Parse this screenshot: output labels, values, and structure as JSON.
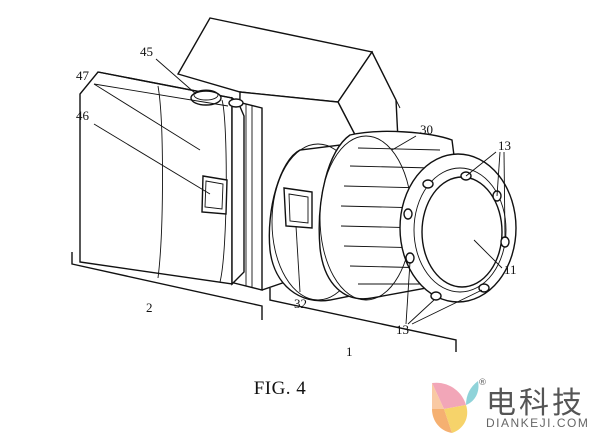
{
  "figure": {
    "caption": "FIG. 4",
    "labels": {
      "camera_body": "2",
      "lens_module": "1",
      "lens_focus_ring": "30",
      "lens_button": "32",
      "lens_optic": "11",
      "leds_top": "13",
      "leds_bottom": "13",
      "shutter_button": "45",
      "grip_button": "46",
      "grip": "47"
    }
  },
  "watermark": {
    "chinese": "电科技",
    "english": "DIANKEJI.COM",
    "registered": "®"
  }
}
